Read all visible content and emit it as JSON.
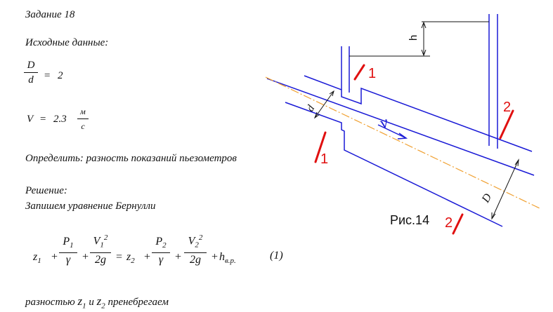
{
  "task": {
    "title": "Задание 18"
  },
  "given": {
    "heading": "Исходные данные:",
    "ratio": {
      "num": "D",
      "den": "d",
      "eq": "=",
      "value": "2"
    },
    "velocity": {
      "lhs": "V",
      "eq": "=",
      "value": "2.3",
      "unit_num": "м",
      "unit_den": "с"
    }
  },
  "determine": {
    "text": "Определить: разность показаний пьезометров"
  },
  "solution": {
    "heading": "Решение:",
    "line1": "Запишем уравнение Бернулли",
    "equation": {
      "z1": "z",
      "z1_sub": "1",
      "plus1": "+",
      "p1_num": "P",
      "p1_num_sub": "1",
      "p1_den": "γ",
      "plus2": "+",
      "v1_num": "V",
      "v1_num_sub": "1",
      "v1_num_sup": "2",
      "v1_den": "2g",
      "eq": "=",
      "z2": "z",
      "z2_sub": "2",
      "plus3": "+",
      "p2_num": "P",
      "p2_num_sub": "2",
      "p2_den": "γ",
      "plus4": "+",
      "v2_num": "V",
      "v2_num_sub": "2",
      "v2_num_sup": "2",
      "v2_den": "2g",
      "plus5": "+",
      "h": "h",
      "h_sub": "в.р.",
      "number": "(1)"
    },
    "neglect": {
      "pre": "разностью",
      "z1": "z",
      "z1_sub": "1",
      "and": "и",
      "z2": "z",
      "z2_sub": "2",
      "post": "пренебрегаем"
    }
  },
  "figure": {
    "caption": "Рис.14",
    "label_h": "h",
    "label_d": "d",
    "label_D": "D",
    "label_v": "v",
    "section_1": "1",
    "section_2": "2",
    "colors": {
      "lines": "#1a1ad6",
      "axis": "#f0a030",
      "marks": "#e01010",
      "ink": "#111111"
    }
  }
}
